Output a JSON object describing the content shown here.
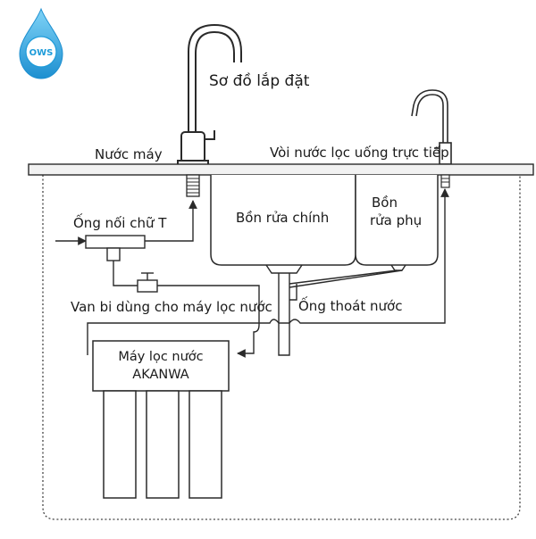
{
  "logo": {
    "text": "OWS",
    "color": "#1d9bd9"
  },
  "labels": {
    "title": "Sơ đồ lắp đặt",
    "tap_water": "Nước máy",
    "drinking_faucet": "Vòi nước lọc uống trực tiếp",
    "t_connector": "Ống nối chữ T",
    "main_sink": "Bồn rửa chính",
    "side_sink_line1": "Bồn",
    "side_sink_line2": "rửa phụ",
    "ball_valve": "Van bi dùng cho máy lọc nước",
    "drain_pipe": "Ống thoát nước",
    "filter_line1": "Máy lọc nước",
    "filter_line2": "AKANWA"
  },
  "colors": {
    "stroke": "#2a2a2a",
    "countertop": "#f2f2f2",
    "cabinet": "#444444"
  }
}
